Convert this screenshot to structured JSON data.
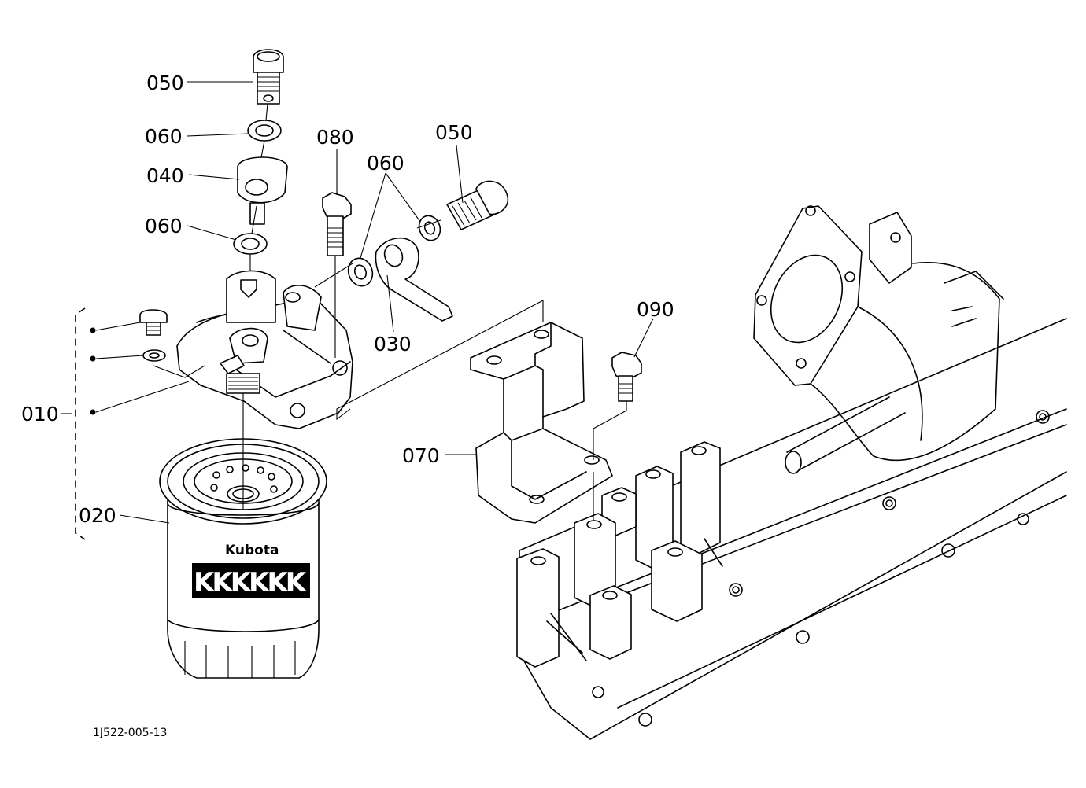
{
  "labels": {
    "p050_top": "050",
    "p060_top": "060",
    "p040": "040",
    "p060_mid": "060",
    "p080": "080",
    "p060_pair": "060",
    "p050_right": "050",
    "p030": "030",
    "p090": "090",
    "p070": "070",
    "p010": "010",
    "p020": "020"
  },
  "filter": {
    "brand": "Kubota",
    "band": "KKKKKK"
  },
  "drawing_code": "1J522-005-13"
}
